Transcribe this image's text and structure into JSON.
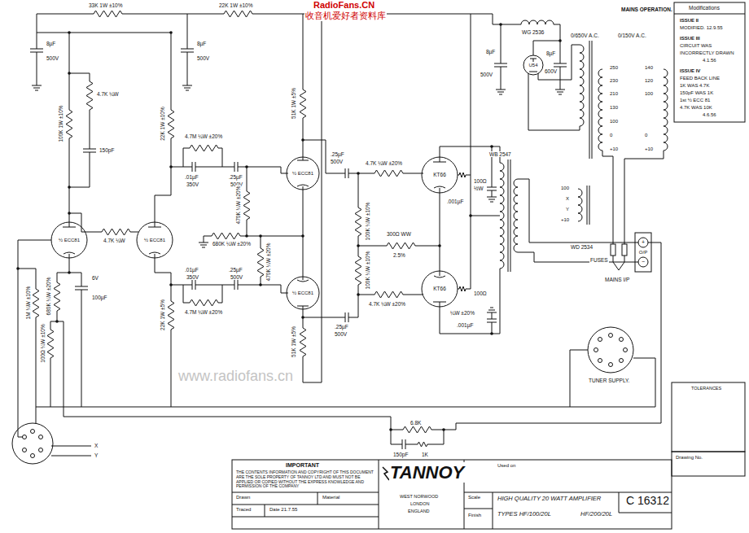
{
  "diagram": {
    "labels": [
      "RadioFans.CN",
      "收音机爱好者资料库",
      "www.radiofans.cn",
      "8µF",
      "500V",
      "33K 1W ±10%",
      "22K 1W ±10%",
      "8µF",
      "500V",
      "100K 1W ±10%",
      "4.7K ¼W",
      "150pF",
      "22K 1W ±10%",
      "4.7M ¼W ±20%",
      ".01µF",
      "350V",
      ".25µF",
      "500V",
      "470K ¼W ±20%",
      "51K 1W ±5%",
      "½ ECC81",
      ".25µF",
      "500V",
      "4.7K ¼W ±20%",
      "KT66",
      "100Ω",
      "½W",
      "100K ¼W ±10%",
      "300Ω WW",
      "2.5%",
      "100K ¼W ±10%",
      "4.7K ¼W ±20%",
      "KT66",
      "100Ω",
      "¼W ±20%",
      ".25µF",
      "500V",
      "½ ECC81",
      "51K 1W ±5%",
      "680K ¼W ±20%",
      "470K ¼W ±20%",
      ".01µF",
      "350V",
      ".25µF",
      "500V",
      "4.7M ¼W ±20%",
      "22K 1W ±5%",
      "½ ECC81",
      "½ ECC81",
      "4.7K ¼W",
      "6V",
      "100µF",
      "680K ¼W ±20%",
      "1M ¼W ±10%",
      "100Ω ¼W ±10%",
      "6.8K",
      "150pF",
      "1K",
      "X",
      "Y",
      ".001µF",
      ".001µF",
      "WB 2547",
      "WG 2536",
      "8µF",
      "500V",
      "8µF",
      "600V",
      "U54",
      "0/650V A.C.",
      "0/150V A.C.",
      "MAINS OPERATION.",
      "250",
      "230",
      "210",
      "130",
      "100",
      "0",
      "+10",
      "140",
      "120",
      "100",
      "0",
      "+10",
      "100",
      "X",
      "Y",
      "+10",
      "WD 2534",
      "FUSES",
      "MAINS I/P",
      "+",
      "O/P",
      "−",
      "TUNER SUPPLY.",
      "Modifications",
      "ISSUE II",
      "MODIFIED. 12.9.55",
      "ISSUE III",
      "CIRCUIT WAS",
      "INCORRECTLY DRAWN",
      "4.1.56",
      "ISSUE IV",
      "FEED BACK LINE",
      "1K WAS 4.7K",
      "150pF WAS 1K",
      "1st ½ ECC 81",
      "4.7K WAS 10K",
      "4.6.56",
      "TOLERANCES",
      "Drawing No.",
      "IMPORTANT",
      "THE CONTENTS INFORMATION AND COPYRIGHT OF THIS DOCUMENT ARE THE SOLE PROPERTY OF TANNOY LTD AND MUST NOT BE APPLIED OR COPIED WITHOUT THE EXPRESS KNOWLEDGE AND PERMISSION OF THE COMPANY",
      "Drawn",
      "Traced",
      "Date 21.7.55",
      "Material",
      "TANNOY",
      "WEST NORWOOD",
      "LONDON",
      "ENGLAND",
      "Used on",
      "Scale",
      "Finish",
      "HIGH QUALITY 20 WATT AMPLIFIER",
      "TYPES HF/100/20L",
      "HF/200/20L",
      "C 16312"
    ]
  }
}
